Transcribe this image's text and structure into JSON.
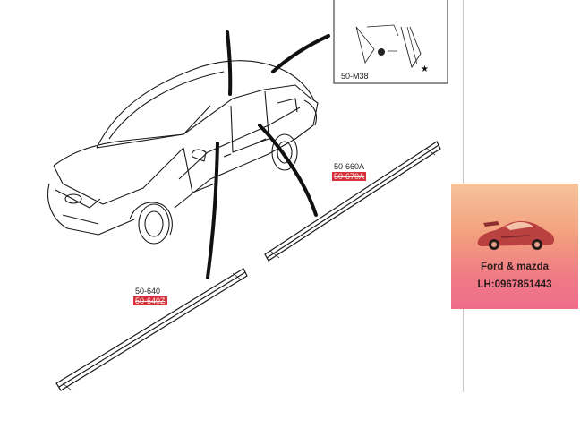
{
  "labels": {
    "front_part": "50-640",
    "front_part_alt": "50-640Z",
    "rear_part": "50-660A",
    "rear_part_alt": "50-670A",
    "inset_part": "50-M38",
    "inset_mark": "★"
  },
  "promo": {
    "title": "Ford & mazda",
    "phone": "LH:0967851443",
    "car_icon": "sports-car-icon",
    "colors": {
      "top": "#f6c39a",
      "bottom": "#ee6d8a"
    }
  },
  "colors": {
    "line": "#1a1a1a",
    "alt_label_bg": "#d6303a"
  }
}
